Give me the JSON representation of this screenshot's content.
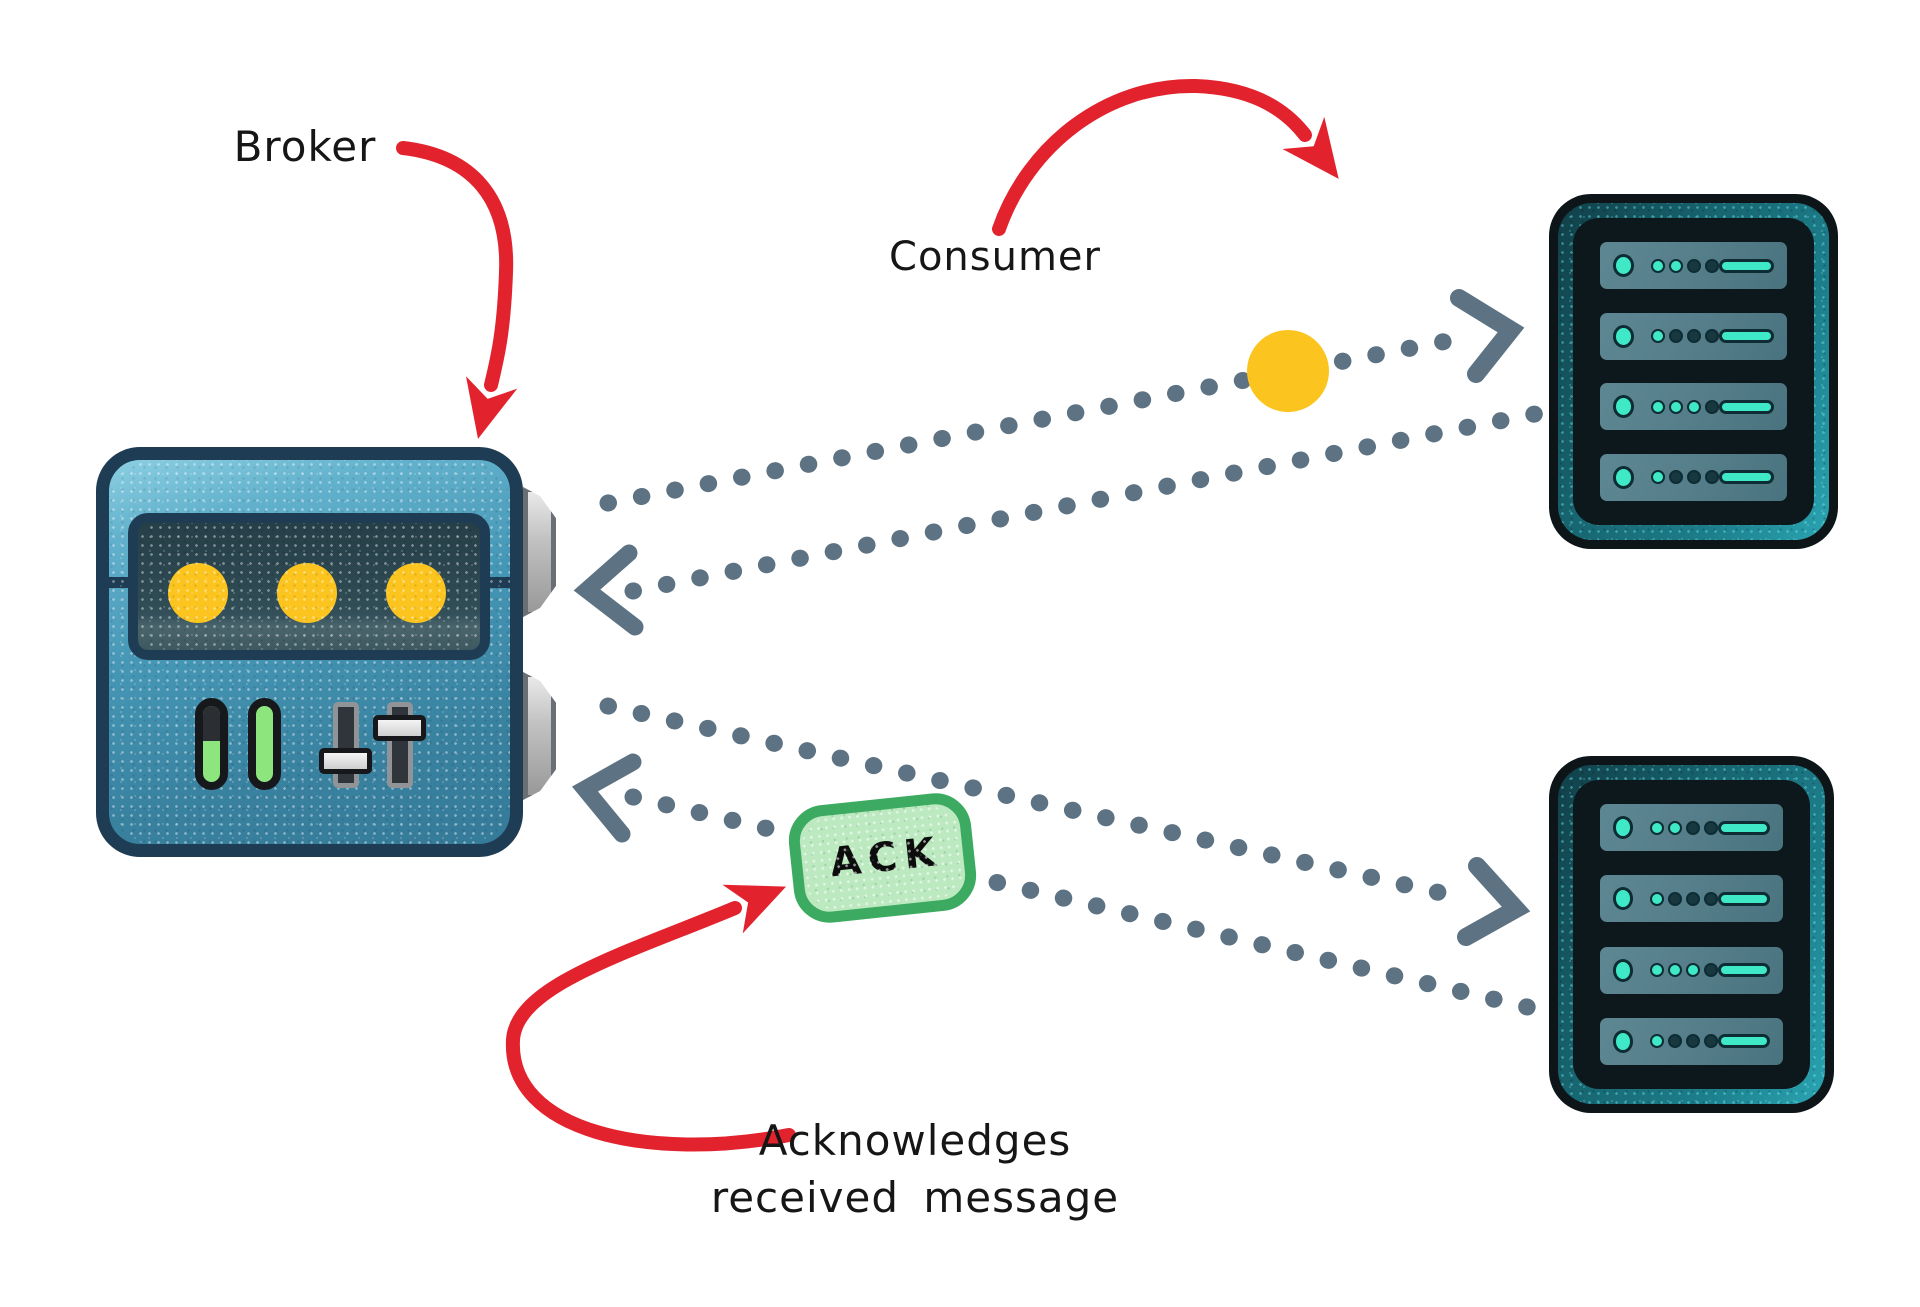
{
  "labels": {
    "broker": "Broker",
    "consumer": "Consumer",
    "ack": "ACK",
    "ack_note_line1": "Acknowledges",
    "ack_note_line2": "received message"
  },
  "colors": {
    "background": "#ffffff",
    "ink": "#161616",
    "arrow_red": "#e2232e",
    "dot_gray": "#5d7282",
    "broker_border": "#1e3c53",
    "broker_body": "#4697b6",
    "panel_top": "#263f48",
    "light_yellow": "#fcc41e",
    "pill_green": "#8ce57d",
    "server_teal": "#176570",
    "bay_fill": "#567f8b",
    "led_teal": "#3fe8c7",
    "ack_border": "#3cab61",
    "ack_fill": "#bce9c0"
  },
  "icons": {
    "message-dot": "yellow-circle",
    "status-light": "yellow-circle",
    "led-indicator": "teal-circle",
    "arrowhead": "chevron",
    "pointer-arrow": "red-curved-arrow"
  },
  "broker": {
    "status_lights": [
      "#fcc41e",
      "#fcc41e",
      "#fcc41e"
    ],
    "toggle_pills": [
      {
        "state": "half"
      },
      {
        "state": "full"
      }
    ],
    "sliders": [
      {
        "position": "low"
      },
      {
        "position": "high"
      }
    ]
  },
  "consumers": [
    {
      "id": "top",
      "bays": [
        {
          "dots": [
            true,
            true,
            false,
            false
          ]
        },
        {
          "dots": [
            true,
            false,
            false,
            false
          ]
        },
        {
          "dots": [
            true,
            true,
            true,
            false
          ]
        },
        {
          "dots": [
            true,
            false,
            false,
            false
          ]
        }
      ]
    },
    {
      "id": "bottom",
      "bays": [
        {
          "dots": [
            true,
            true,
            false,
            false
          ]
        },
        {
          "dots": [
            true,
            false,
            false,
            false
          ]
        },
        {
          "dots": [
            true,
            true,
            true,
            false
          ]
        },
        {
          "dots": [
            true,
            false,
            false,
            false
          ]
        }
      ]
    }
  ],
  "message_dot": {
    "color": "#fcc41e"
  }
}
